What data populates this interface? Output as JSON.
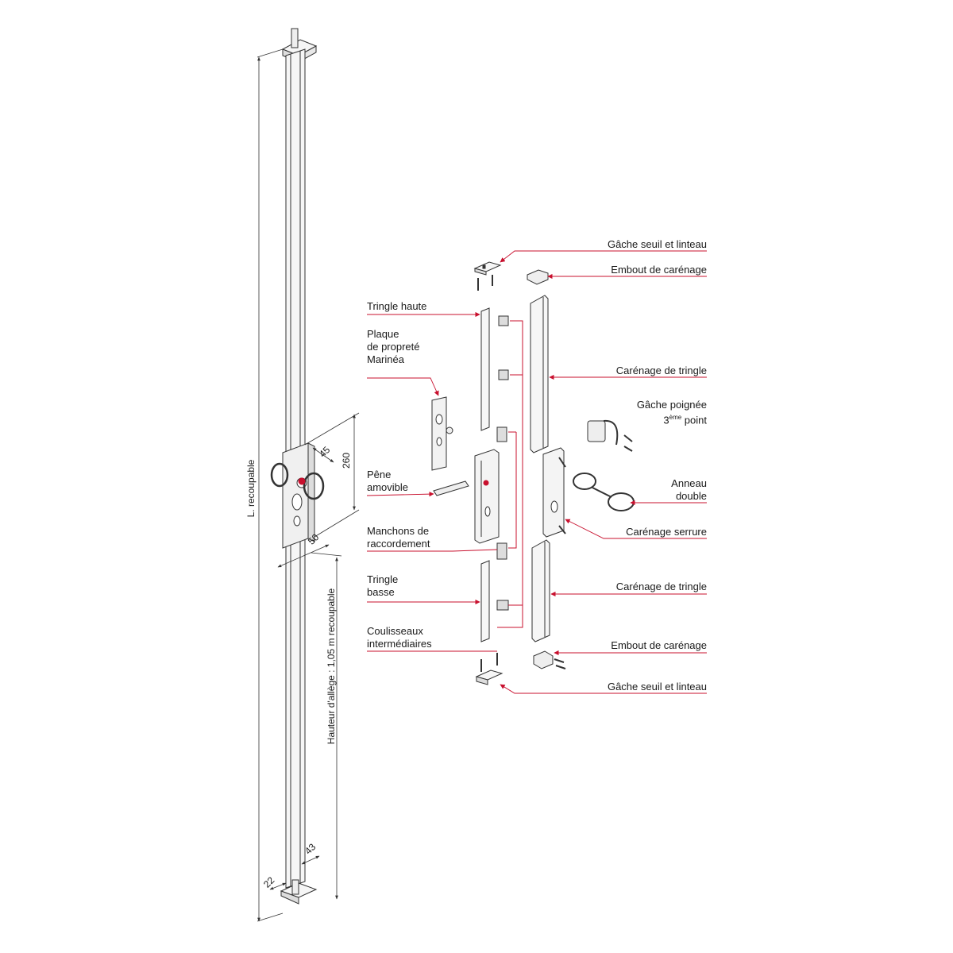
{
  "colors": {
    "leader": "#c8102e",
    "line": "#333333",
    "fill": "#f4f4f4",
    "dark": "#888888"
  },
  "dimensions": {
    "total_length": "L. recoupable",
    "allege": "Hauteur d'allège : 1,05 m recoupable",
    "d45": "45",
    "d260": "260",
    "d50": "50",
    "d43": "43",
    "d22": "22"
  },
  "labels_left": {
    "tringle_haute": "Tringle haute",
    "plaque_1": "Plaque",
    "plaque_2": "de propreté",
    "plaque_3": "Marinéa",
    "pene_1": "Pêne",
    "pene_2": "amovible",
    "manchons_1": "Manchons de",
    "manchons_2": "raccordement",
    "tringle_basse_1": "Tringle",
    "tringle_basse_2": "basse",
    "coulisseaux_1": "Coulisseaux",
    "coulisseaux_2": "intermédiaires"
  },
  "labels_right": {
    "gache_top": "Gâche seuil et linteau",
    "embout_top": "Embout de carénage",
    "carenage_tringle_top": "Carénage de tringle",
    "gache_poignee_1": "Gâche poignée",
    "gache_poignee_2_num": "3",
    "gache_poignee_2_sup": "ème",
    "gache_poignee_2_rest": " point",
    "anneau_1": "Anneau",
    "anneau_2": "double",
    "carenage_serrure": "Carénage serrure",
    "carenage_tringle_bottom": "Carénage de tringle",
    "embout_bottom": "Embout de carénage",
    "gache_bottom": "Gâche seuil et linteau"
  }
}
